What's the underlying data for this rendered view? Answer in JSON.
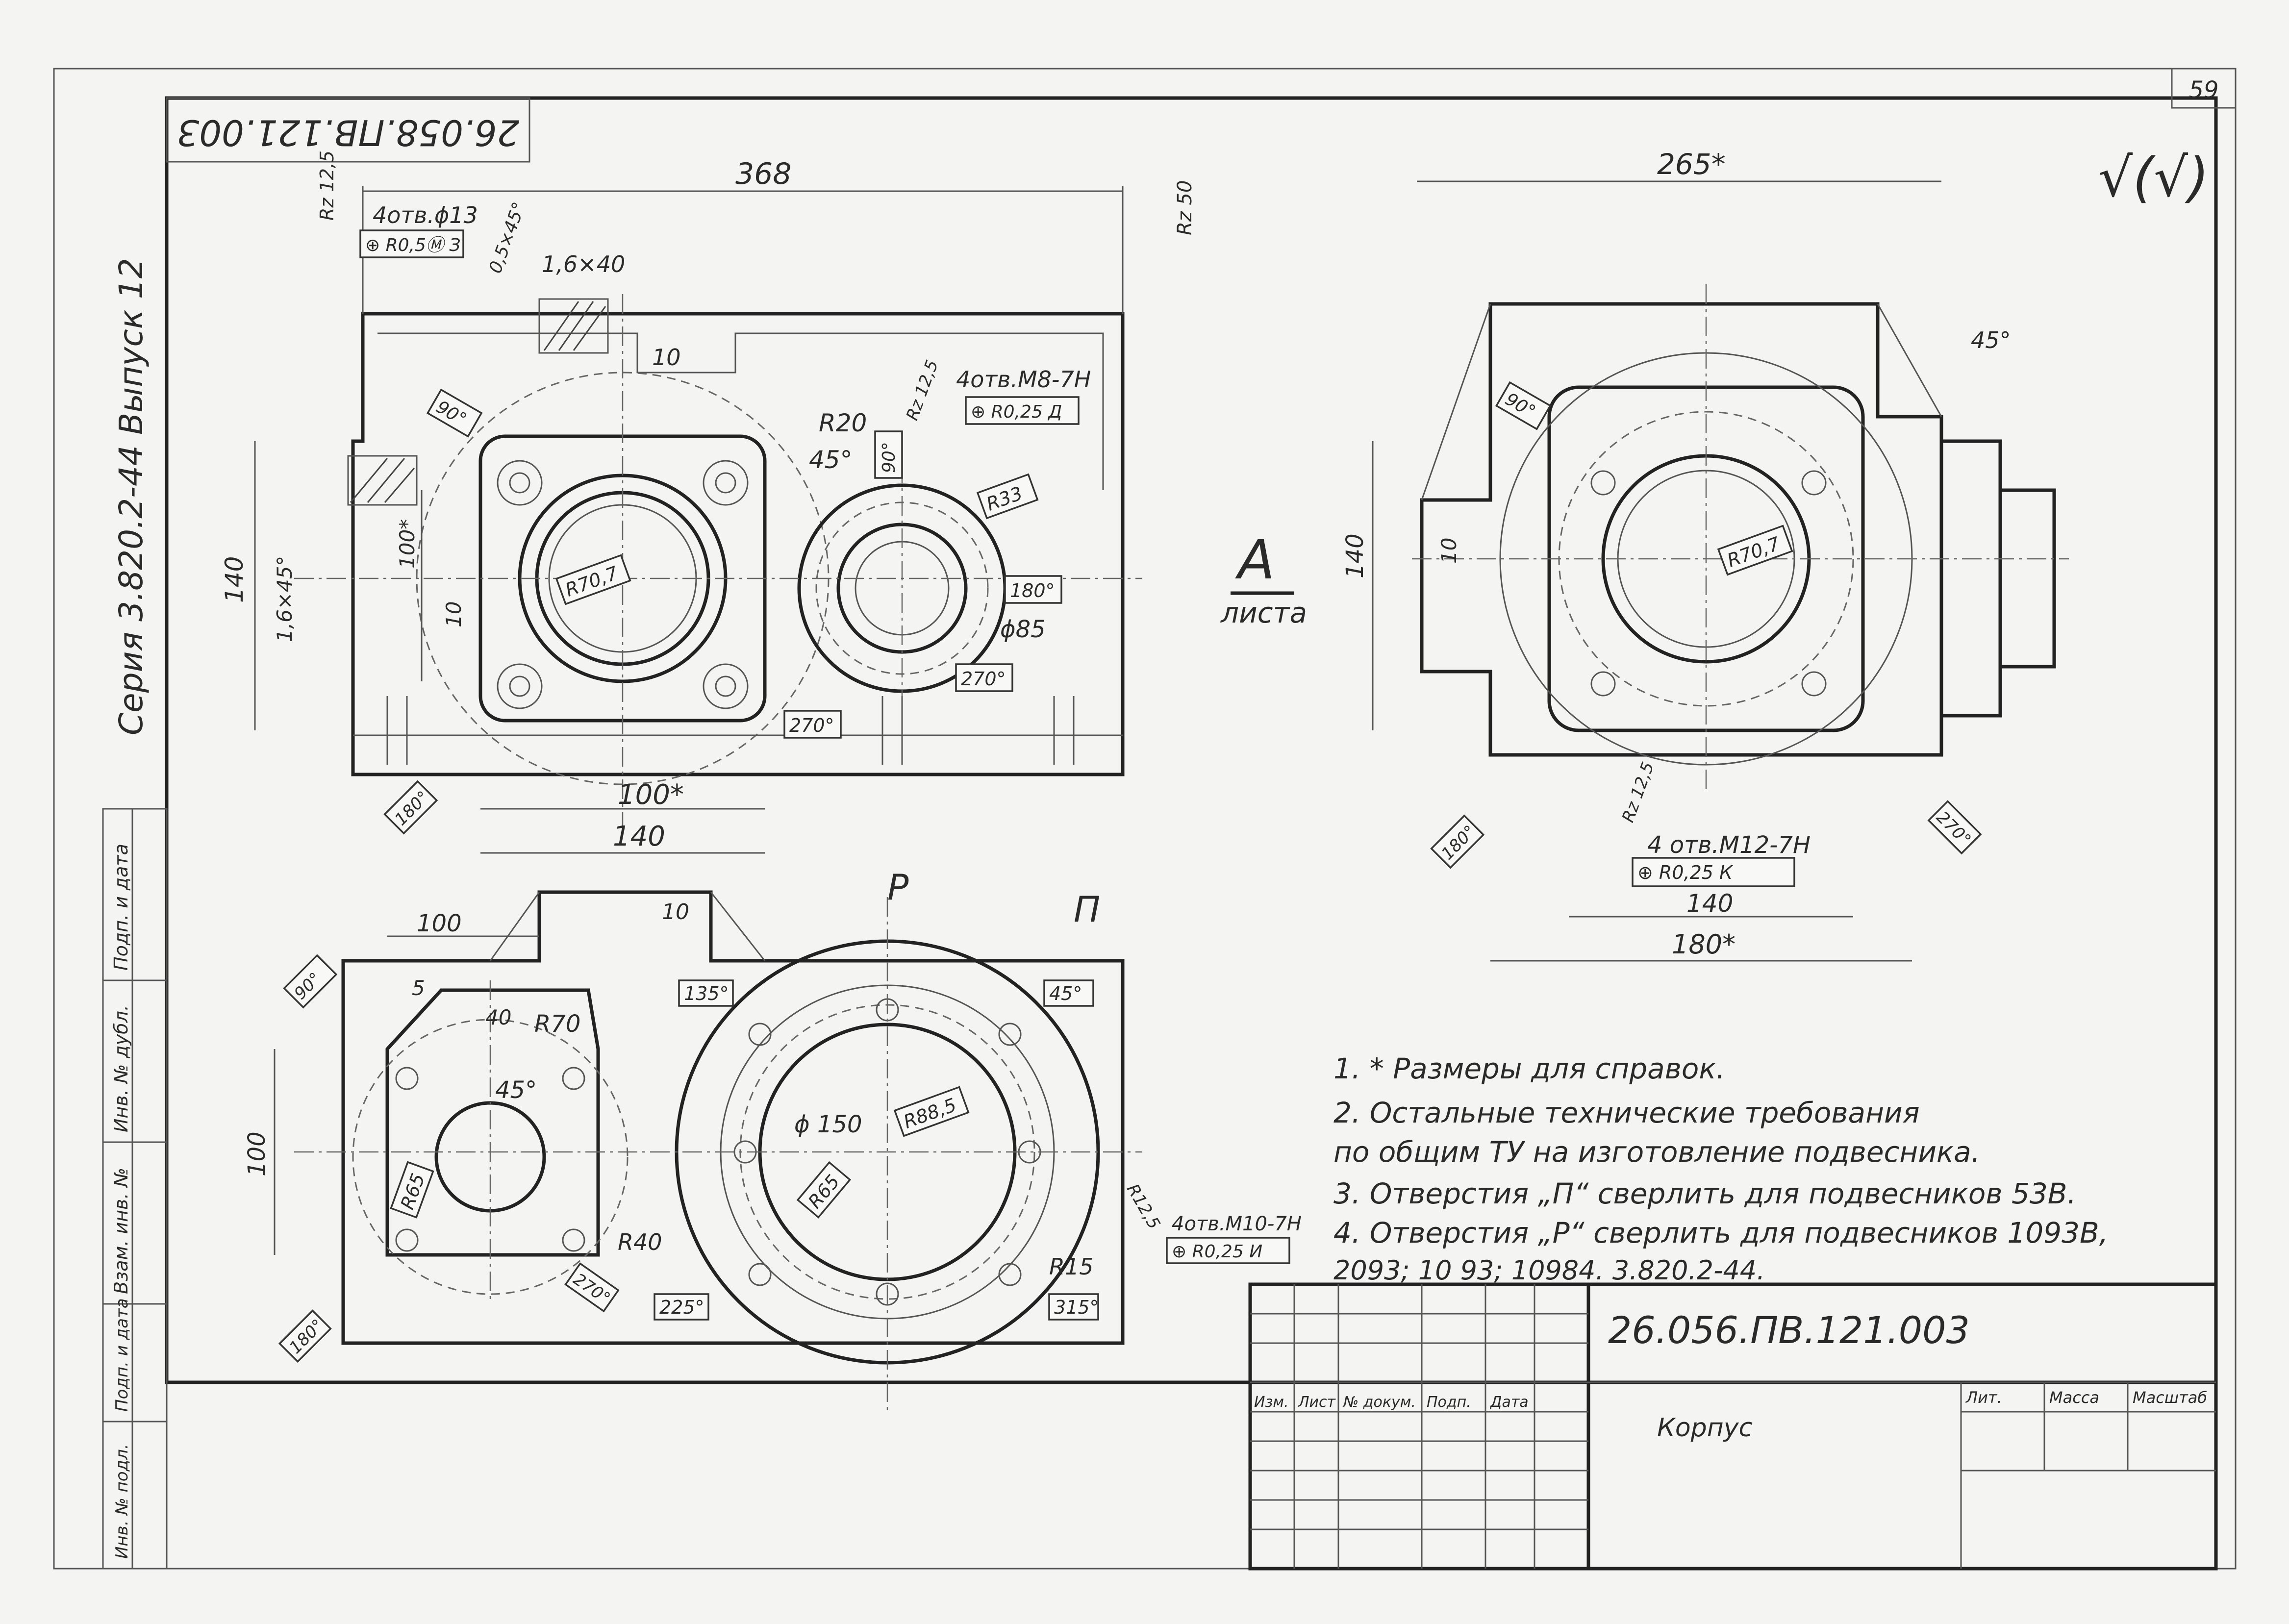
{
  "sheet_number": "59",
  "designation_top": "26.058.ПВ.121.003",
  "series_vertical": "Серия 3.820.2-44 Выпуск 12",
  "roughness_mark": "√(√)",
  "view_label": "А",
  "view_sublabel": "листа",
  "front_view": {
    "width_overall": "368",
    "roughness_top": "Rz 12,5",
    "holes_note": "4отв.ϕ13",
    "holes_tol": "⊕ R0,5Ⓜ З",
    "chamfer_note": "0,5×45°",
    "chamfer2": "1,6×40",
    "roughness_right": "Rz 50",
    "dim_10_top": "10",
    "dim_r20": "R20",
    "dim_45": "45°",
    "holes_m8": "4отв.М8-7Н",
    "holes_m8_tol": "⊕ R0,25 Д",
    "rough_rz125": "Rz 12,5",
    "angle_90_left": "90°",
    "angle_90_mid": "90°",
    "dim_r33": "R33",
    "dim_r707": "R70,7",
    "angle_180_right": "180°",
    "dim_d85": "ϕ85",
    "angle_270_right": "270°",
    "angle_270_left": "270°",
    "angle_180_left": "180°",
    "dim_140_vert": "140",
    "chamfer_left": "1,6×45°",
    "dim_100_vert": "100*",
    "dim_10_vert": "10",
    "dim_100_bottom": "100*",
    "dim_140_bottom": "140"
  },
  "side_view": {
    "width_overall": "265*",
    "angle_45": "45°",
    "angle_90": "90°",
    "dim_r707": "R70,7",
    "dim_140_vert": "140",
    "dim_10": "10",
    "angle_180": "180°",
    "angle_270": "270°",
    "rough_rz125": "Rz 12,5",
    "holes_m12": "4 отв.М12-7Н",
    "holes_m12_tol": "⊕ R0,25 К",
    "dim_140": "140",
    "dim_180": "180*"
  },
  "bottom_view": {
    "label_p_latin": "Р",
    "label_p_cyr": "П",
    "dim_100": "100",
    "dim_10": "10",
    "angle_90": "90°",
    "dim_5": "5",
    "dim_40": "40",
    "dim_r70": "R70",
    "angle_45_mid": "45°",
    "angle_135": "135°",
    "angle_45_right": "45°",
    "dim_100_vert": "100",
    "dim_d150": "ϕ 150",
    "dim_r885": "R88,5",
    "dim_r65_mid": "R65",
    "dim_r65_left": "R65",
    "dim_r125": "R12,5",
    "holes_m10": "4отв.М10-7Н",
    "holes_m10_tol": "⊕ R0,25 И",
    "dim_r40": "R40",
    "dim_r15": "R15",
    "angle_270": "270°",
    "angle_225": "225°",
    "angle_315": "315°",
    "angle_180": "180°"
  },
  "notes": [
    "1. * Размеры для справок.",
    "2. Остальные технические требования",
    "по общим ТУ на изготовление подвесника.",
    "3. Отверстия „П“ сверлить для подвесников 53В.",
    "4. Отверстия „Р“ сверлить для подвесников 1093В,",
    "2093;        10 93; 10984.                3.820.2-44."
  ],
  "title_block": {
    "designation": "26.056.ПВ.121.003",
    "header_cells": [
      "Изм.",
      "Лист",
      "№ докум.",
      "Подп.",
      "Дата"
    ],
    "right_header": [
      "Лит.",
      "Масса",
      "Масштаб"
    ],
    "name": "Корпус"
  },
  "left_strip": {
    "cells": [
      "Подп. и дата",
      "Инв. № дубл.",
      "Взам. инв. №",
      "Подп. и дата",
      "Инв. № подл."
    ]
  }
}
